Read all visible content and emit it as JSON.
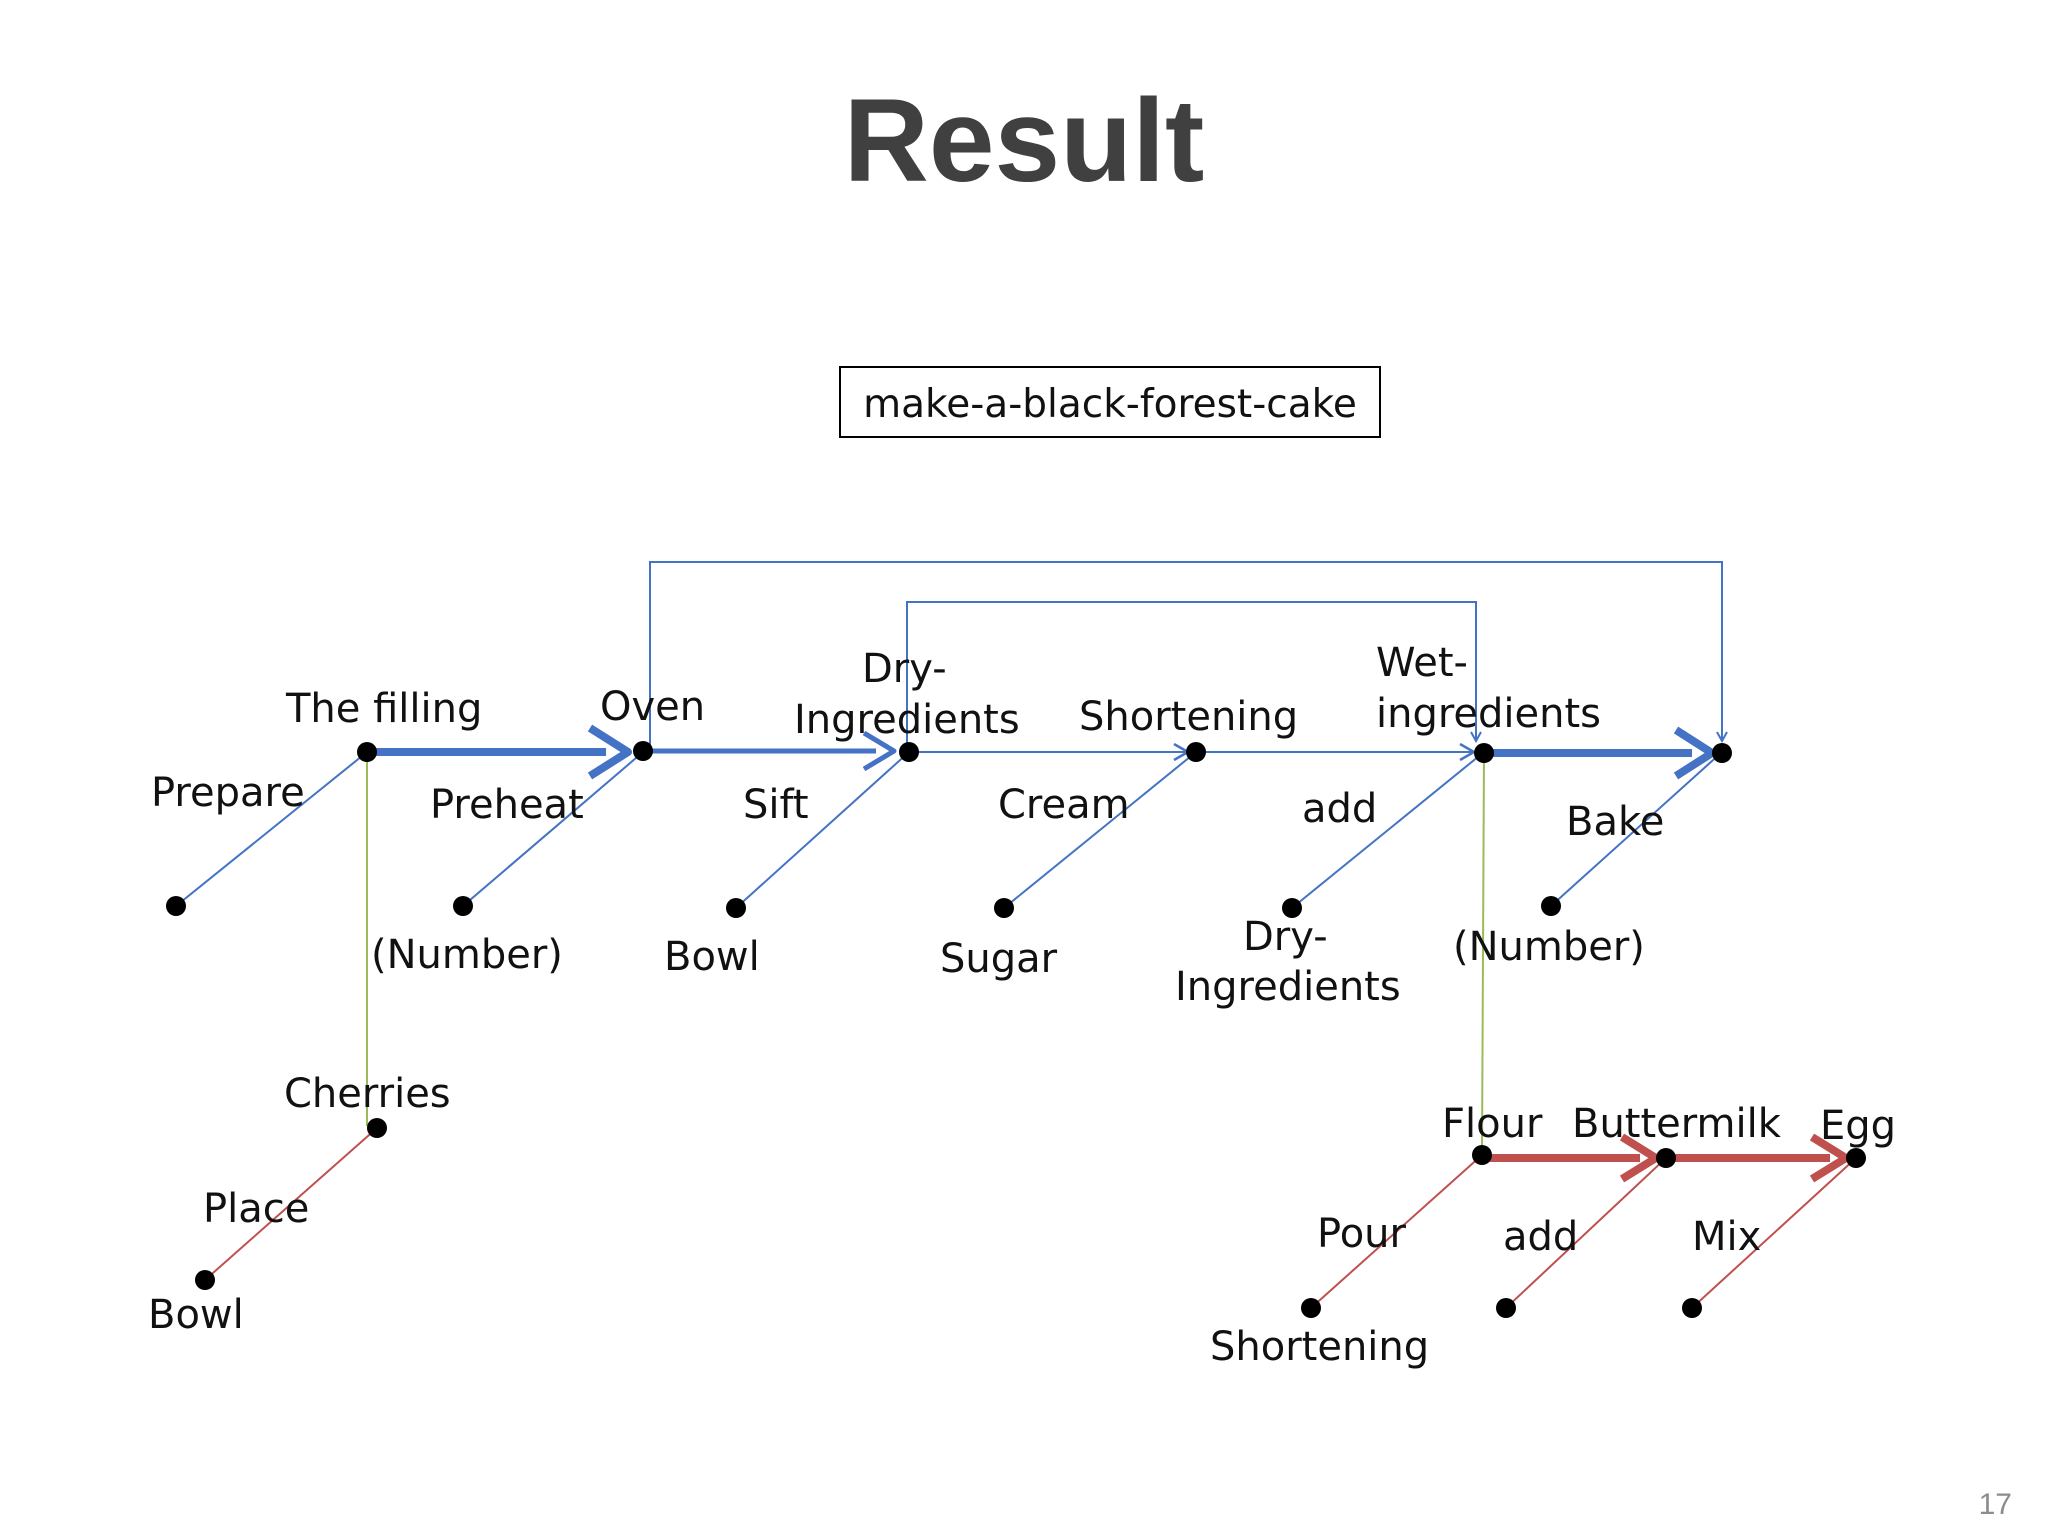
{
  "slide": {
    "title": "Result",
    "page_number": "17"
  },
  "diagram": {
    "root_label": "make-a-black-forest-cake",
    "nodes": {
      "the_filling": "The filling",
      "oven": "Oven",
      "dry_ingredients_line1": "Dry-",
      "dry_ingredients_line2": "Ingredients",
      "shortening": "Shortening",
      "wet_ingredients_line1": "Wet-",
      "wet_ingredients_line2": "ingredients",
      "number_1": "(Number)",
      "bowl_1": "Bowl",
      "sugar": "Sugar",
      "dry_ingredients_2_line1": "Dry-",
      "dry_ingredients_2_line2": "Ingredients",
      "number_2": "(Number)",
      "cherries": "Cherries",
      "bowl_2": "Bowl",
      "flour": "Flour",
      "buttermilk": "Buttermilk",
      "egg": "Egg",
      "shortening_2": "Shortening"
    },
    "verbs": {
      "prepare": "Prepare",
      "preheat": "Preheat",
      "sift": "Sift",
      "cream": "Cream",
      "add": "add",
      "bake": "Bake",
      "place": "Place",
      "pour": "Pour",
      "add_2": "add",
      "mix": "Mix"
    },
    "colors": {
      "main_sequence": "#4472c4",
      "sub_sequence": "#c0504d",
      "link": "#9bbb59",
      "node": "#000000"
    }
  }
}
